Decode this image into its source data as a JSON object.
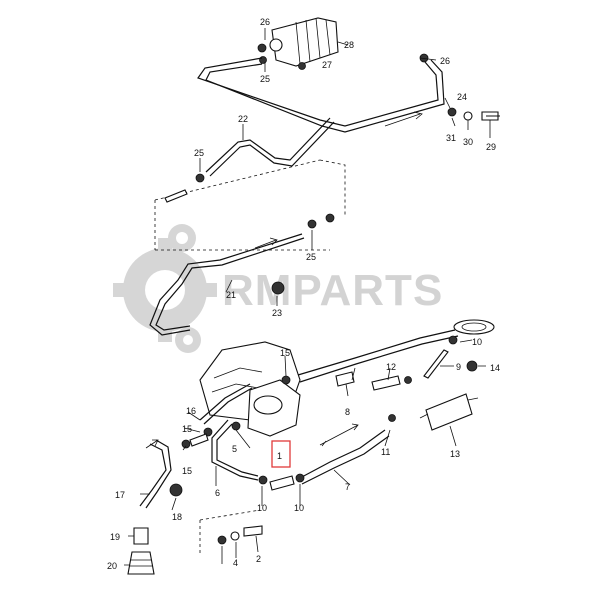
{
  "watermark": {
    "text": "RMPARTS"
  },
  "highlight": {
    "color": "#e03a3a",
    "part": "1"
  },
  "callouts": {
    "c1": "1",
    "c2": "2",
    "c4": "4",
    "c5": "5",
    "c6": "6",
    "c7": "7",
    "c8": "8",
    "c9": "9",
    "c10a": "10",
    "c10b": "10",
    "c10c": "10",
    "c11": "11",
    "c12": "12",
    "c13": "13",
    "c14": "14",
    "c15a": "15",
    "c15b": "15",
    "c15c": "15",
    "c16": "16",
    "c17": "17",
    "c18": "18",
    "c19": "19",
    "c20": "20",
    "c21": "21",
    "c22": "22",
    "c23": "23",
    "c24": "24",
    "c25a": "25",
    "c25b": "25",
    "c25c": "25",
    "c26a": "26",
    "c26b": "26",
    "c27": "27",
    "c28": "28",
    "c29": "29",
    "c30": "30",
    "c31": "31"
  }
}
